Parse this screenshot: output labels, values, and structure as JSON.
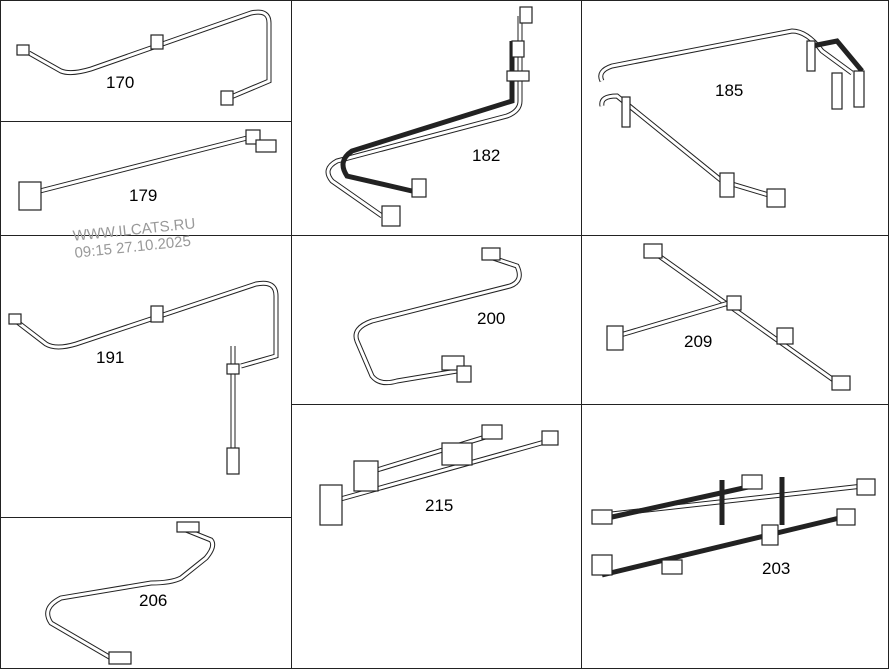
{
  "parts": [
    {
      "id": "part-170",
      "label": "170"
    },
    {
      "id": "part-179",
      "label": "179"
    },
    {
      "id": "part-191",
      "label": "191"
    },
    {
      "id": "part-206",
      "label": "206"
    },
    {
      "id": "part-182",
      "label": "182"
    },
    {
      "id": "part-200",
      "label": "200"
    },
    {
      "id": "part-215",
      "label": "215"
    },
    {
      "id": "part-185",
      "label": "185"
    },
    {
      "id": "part-209",
      "label": "209"
    },
    {
      "id": "part-203",
      "label": "203"
    }
  ],
  "watermark": {
    "line1": "WWW.ILCATS.RU",
    "line2": "09:15 27.10.2025"
  }
}
